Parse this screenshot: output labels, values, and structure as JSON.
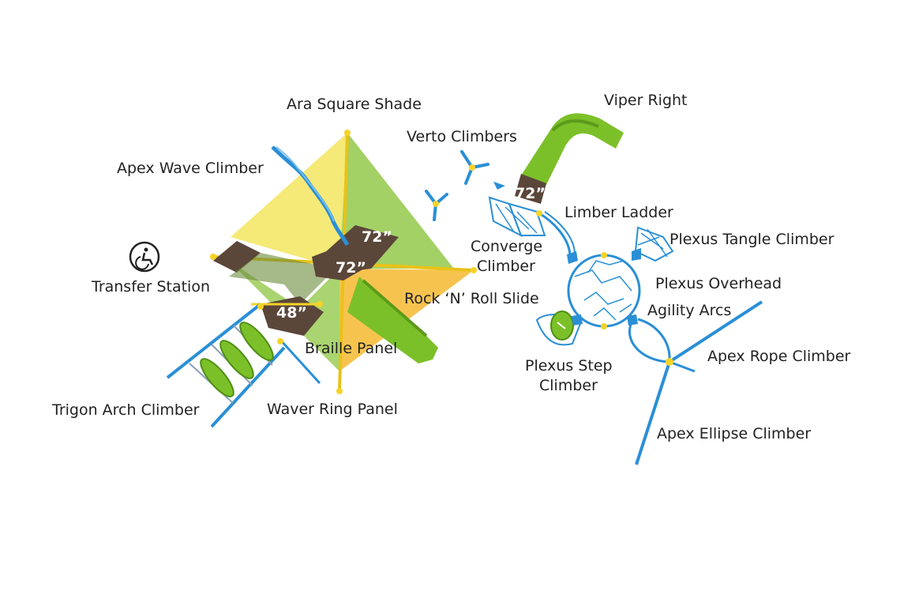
{
  "labels": {
    "ara_square_shade": "Ara Square Shade",
    "viper_right": "Viper Right",
    "verto_climbers": "Verto Climbers",
    "apex_wave_climber": "Apex Wave Climber",
    "limber_ladder": "Limber Ladder",
    "converge_climber_line1": "Converge",
    "converge_climber_line2": "Climber",
    "plexus_tangle_climber": "Plexus Tangle Climber",
    "transfer_station": "Transfer Station",
    "plexus_overhead": "Plexus Overhead",
    "rock_n_roll_slide": "Rock ‘N’ Roll Slide",
    "agility_arcs": "Agility Arcs",
    "braille_panel": "Braille Panel",
    "apex_rope_climber": "Apex Rope Climber",
    "plexus_step_climber_line1": "Plexus Step",
    "plexus_step_climber_line2": "Climber",
    "trigon_arch_climber": "Trigon Arch Climber",
    "waver_ring_panel": "Waver Ring Panel",
    "apex_ellipse_climber": "Apex Ellipse Climber"
  },
  "heights": {
    "deck_upper": "72”",
    "deck_middle": "72”",
    "deck_lower": "48”",
    "deck_viper": "72”"
  },
  "icons": {
    "accessibility": "wheelchair-icon"
  },
  "colors": {
    "shade_green": "#8cc63f",
    "shade_yellow": "#f2e24a",
    "shade_orange": "#f6b830",
    "deck_brown": "#5b463a",
    "post_blue": "#2a8fd6",
    "slide_green": "#7cc029",
    "text": "#222222"
  }
}
